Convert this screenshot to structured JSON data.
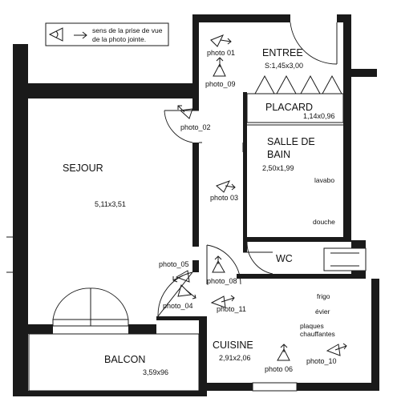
{
  "legend": {
    "line1": "sens de la prise de vue",
    "line2": "de la photo jointe."
  },
  "rooms": {
    "entree": {
      "name": "ENTREE",
      "dims": "S:1,45x3,00"
    },
    "placard": {
      "name": "PLACARD",
      "dims": "1,14x0,96"
    },
    "salle_de_bain": {
      "name_line1": "SALLE DE",
      "name_line2": "BAIN",
      "dims": "2,50x1,99"
    },
    "sejour": {
      "name": "SEJOUR",
      "dims": "5,11x3,51"
    },
    "wc": {
      "name": "WC"
    },
    "cuisine": {
      "name": "CUISINE",
      "dims": "2,91x2,06"
    },
    "balcon": {
      "name": "BALCON",
      "dims": "3,59x96"
    }
  },
  "fixtures": {
    "lavabo": "lavabo",
    "douche": "douche",
    "frigo": "frigo",
    "evier": "évier",
    "plaques_line1": "plaques",
    "plaques_line2": "chauffantes"
  },
  "photos": {
    "p01": "photo 01",
    "p02": "photo_02",
    "p03": "photo 03",
    "p04": "photo_04",
    "p05": "photo_05",
    "p06": "photo 06",
    "p08": "photo_08",
    "p09": "photo_09",
    "p10": "photo_10",
    "p11": "photo_11"
  },
  "icons": {
    "camera": "camera-view-icon"
  }
}
